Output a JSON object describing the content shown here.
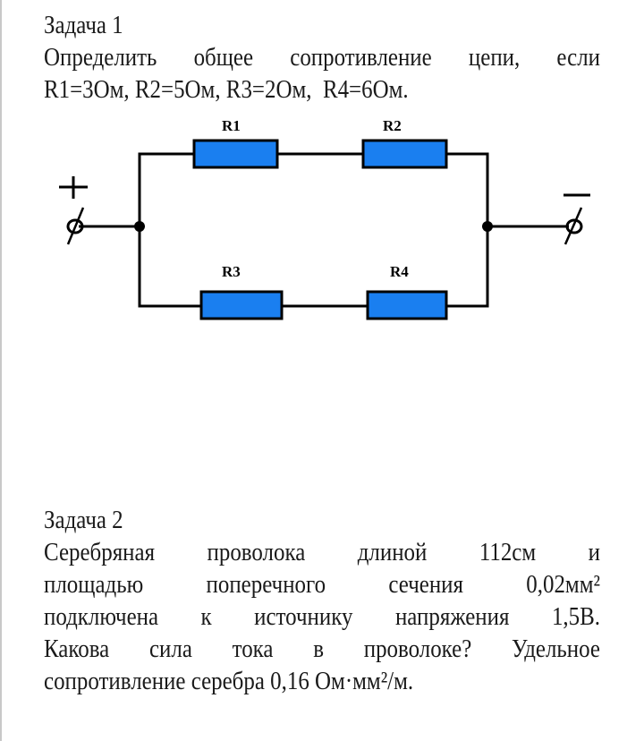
{
  "task1": {
    "title": "Задача 1",
    "line1_words": [
      "Определить",
      "общее",
      "сопротивление",
      "цепи,",
      "если"
    ],
    "line2": "R1=3Ом, R2=5Ом, R3=2Ом,  R4=6Ом."
  },
  "circuit": {
    "resistors": [
      {
        "label": "R1"
      },
      {
        "label": "R2"
      },
      {
        "label": "R3"
      },
      {
        "label": "R4"
      }
    ],
    "terminal_plus": "+",
    "terminal_minus": "−",
    "colors": {
      "resistor_fill": "#1a7ff0",
      "wire": "#000000"
    }
  },
  "task2": {
    "title": "Задача 2",
    "line1_words": [
      "Серебряная",
      "проволока",
      "длиной",
      "112см",
      "и"
    ],
    "line2_words": [
      "площадью",
      "поперечного",
      "сечения",
      "0,02мм²"
    ],
    "line3_words": [
      "подключена",
      "к",
      "источнику",
      "напряжения",
      "1,5В."
    ],
    "line4_words": [
      "Какова",
      "сила",
      "тока",
      "в",
      "проволоке?",
      "Удельное"
    ],
    "line5": "сопротивление серебра 0,16 Ом·мм²/м."
  }
}
